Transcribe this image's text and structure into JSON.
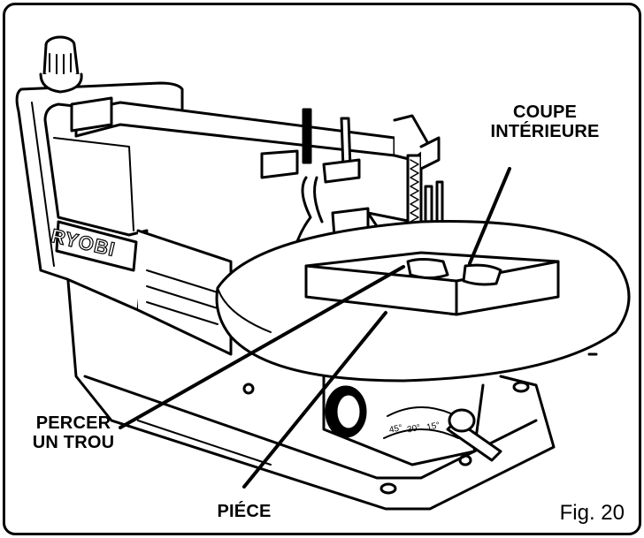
{
  "labels": {
    "interior_cut": "COUPE\nINTÉRIEURE",
    "drill_hole": "PERCER\nUN TROU",
    "workpiece": "PIÉCE"
  },
  "brand": "RYOBI",
  "bevel_scale": [
    "45°",
    "30°",
    "15°"
  ],
  "figure_number": "Fig. 20"
}
